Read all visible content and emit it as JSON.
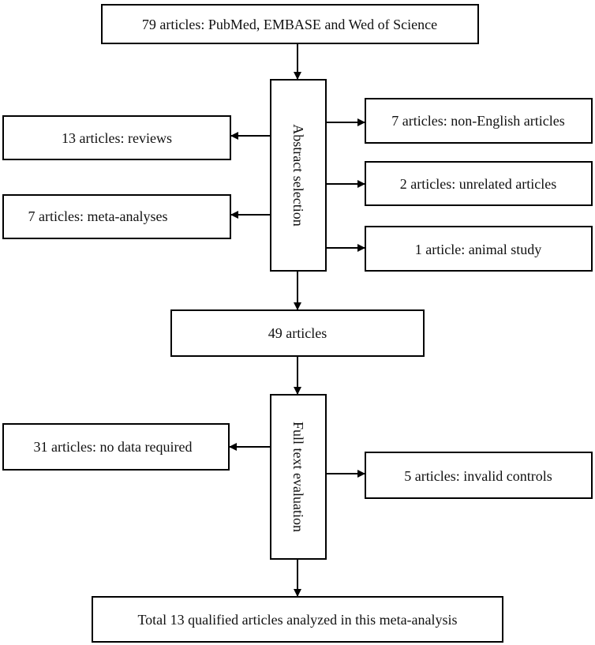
{
  "flowchart": {
    "source_box": "79 articles: PubMed, EMBASE and Wed of Science",
    "abstract_selection": "Abstract selection",
    "excluded_reviews": "13 articles: reviews",
    "excluded_meta_analyses": "7 articles: meta-analyses",
    "excluded_non_english": "7 articles: non-English articles",
    "excluded_unrelated": "2 articles: unrelated articles",
    "excluded_animal": "1 article: animal study",
    "after_abstract": "49 articles",
    "full_text_evaluation": "Full text evaluation",
    "excluded_no_data": "31 articles: no data required",
    "excluded_invalid_controls": "5 articles: invalid controls",
    "final_box": "Total 13 qualified articles analyzed in this meta-analysis"
  }
}
